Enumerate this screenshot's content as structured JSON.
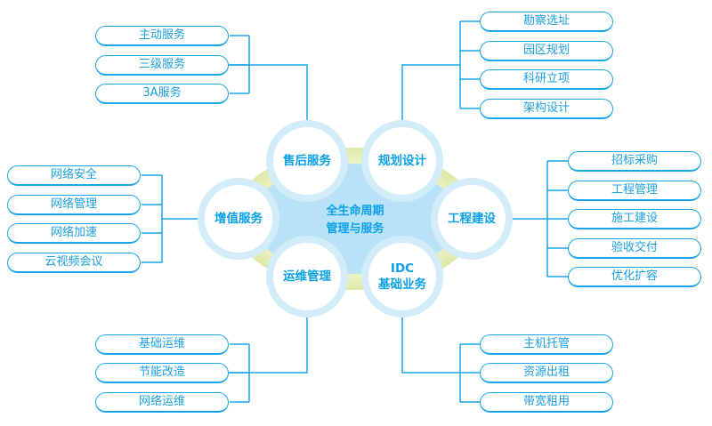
{
  "center": {
    "line1": "全生命周期",
    "line2": "管理与服务"
  },
  "colors": {
    "accent": "#1aa6e6",
    "ring": "#d3ecf9",
    "core": "#b8e3f7",
    "outer": "#e4edb6"
  },
  "nodes": [
    {
      "id": "after-sales",
      "label": "售后服务",
      "items": [
        "主动服务",
        "三级服务",
        "3A服务"
      ]
    },
    {
      "id": "planning",
      "label": "规划设计",
      "items": [
        "勘察选址",
        "园区规划",
        "科研立项",
        "架构设计"
      ]
    },
    {
      "id": "value-added",
      "label": "增值服务",
      "items": [
        "网络安全",
        "网络管理",
        "网络加速",
        "云视频会议"
      ]
    },
    {
      "id": "engineering",
      "label": "工程建设",
      "items": [
        "招标采购",
        "工程管理",
        "施工建设",
        "验收交付",
        "优化扩容"
      ]
    },
    {
      "id": "operations",
      "label": "运维管理",
      "items": [
        "基础运维",
        "节能改造",
        "网络运维"
      ]
    },
    {
      "id": "idc",
      "label": "IDC",
      "label2": "基础业务",
      "items": [
        "主机托管",
        "资源出租",
        "带宽租用"
      ]
    }
  ]
}
